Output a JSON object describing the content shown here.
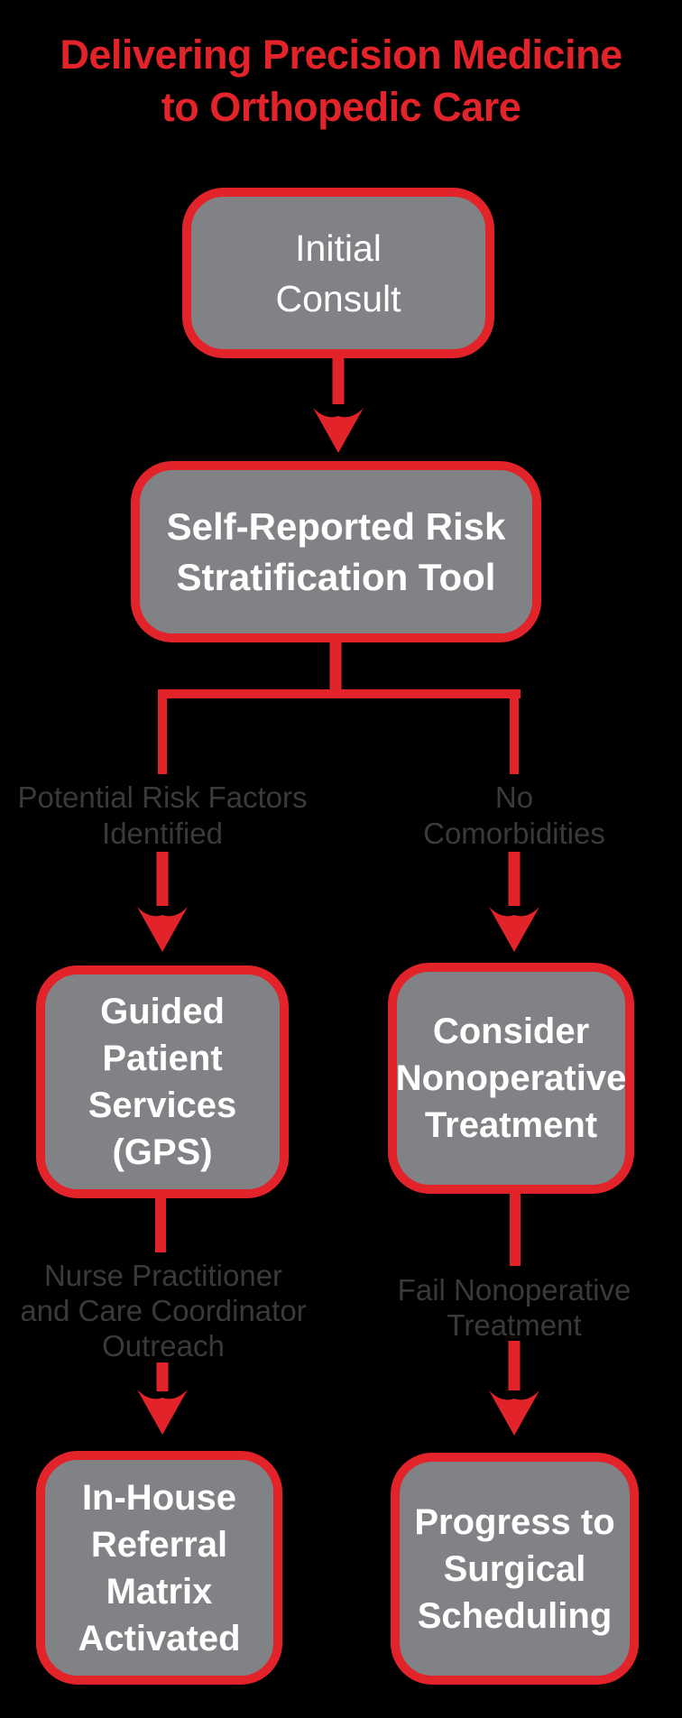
{
  "palette": {
    "red": "#e2232a",
    "box_fill": "#808285",
    "box_text": "#ffffff",
    "label_text": "#3a393b",
    "background": "#000000"
  },
  "title": {
    "line1": "Delivering Precision Medicine",
    "line2": "to Orthopedic Care"
  },
  "nodes": {
    "initial": {
      "lines": [
        "Initial",
        "Consult"
      ]
    },
    "tool": {
      "lines": [
        "Self-Reported Risk",
        "Stratification Tool"
      ]
    },
    "gps": {
      "lines": [
        "Guided",
        "Patient",
        "Services",
        "(GPS)"
      ]
    },
    "consider": {
      "lines": [
        "Consider",
        "Nonoperative",
        "Treatment"
      ]
    },
    "matrix": {
      "lines": [
        "In-House",
        "Referral",
        "Matrix",
        "Activated"
      ]
    },
    "progress": {
      "lines": [
        "Progress to",
        "Surgical",
        "Scheduling"
      ]
    }
  },
  "edge_labels": {
    "risk_factors": {
      "lines": [
        "Potential Risk Factors",
        "Identified"
      ]
    },
    "no_comorbidities": {
      "lines": [
        "No",
        "Comorbidities"
      ]
    },
    "nurse_outreach": {
      "lines": [
        "Nurse Practitioner",
        "and Care Coordinator",
        "Outreach"
      ]
    },
    "fail_nonoperative": {
      "lines": [
        "Fail Nonoperative",
        "Treatment"
      ]
    }
  }
}
